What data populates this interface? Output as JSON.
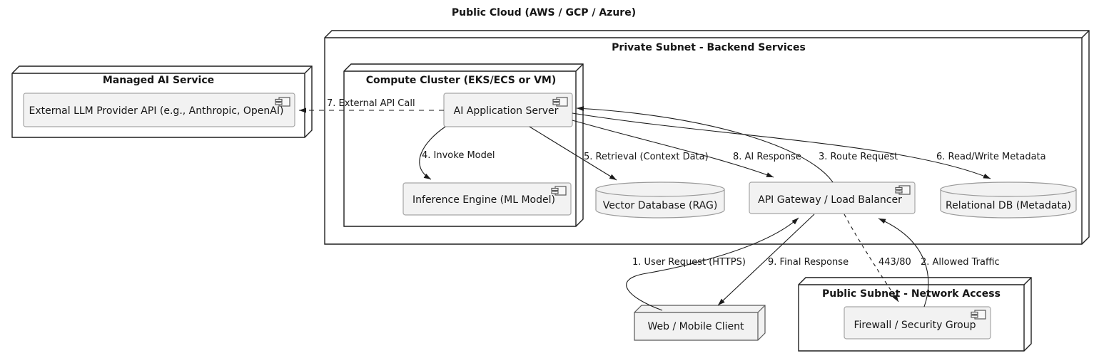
{
  "diagram": {
    "title": "Public Cloud (AWS / GCP / Azure)",
    "containers": {
      "managed_ai": {
        "title": "Managed AI Service"
      },
      "private_subnet": {
        "title": "Private Subnet - Backend Services"
      },
      "compute_cluster": {
        "title": "Compute Cluster (EKS/ECS or VM)"
      },
      "public_subnet": {
        "title": "Public Subnet - Network Access"
      }
    },
    "components": {
      "ext_llm": {
        "label": "External LLM Provider API (e.g., Anthropic, OpenAI)"
      },
      "ai_app": {
        "label": "AI Application Server"
      },
      "inference": {
        "label": "Inference Engine (ML Model)"
      },
      "api_gateway": {
        "label": "API Gateway / Load Balancer"
      },
      "firewall": {
        "label": "Firewall / Security Group"
      }
    },
    "databases": {
      "vector_db": {
        "label": "Vector Database (RAG)"
      },
      "relational_db": {
        "label": "Relational DB (Metadata)"
      }
    },
    "nodes": {
      "web_client": {
        "label": "Web / Mobile Client"
      }
    },
    "edges": {
      "user_request": {
        "label": "1. User Request (HTTPS)",
        "style": "solid"
      },
      "allowed_traffic": {
        "label": "2. Allowed Traffic",
        "style": "solid"
      },
      "route_request": {
        "label": "3. Route Request",
        "style": "solid"
      },
      "invoke_model": {
        "label": "4. Invoke Model",
        "style": "solid"
      },
      "retrieval": {
        "label": "5. Retrieval (Context Data)",
        "style": "solid"
      },
      "read_write_metadata": {
        "label": "6. Read/Write Metadata",
        "style": "solid"
      },
      "external_api_call": {
        "label": "7. External API Call",
        "style": "dashed"
      },
      "ai_response": {
        "label": "8. AI Response",
        "style": "solid"
      },
      "final_response": {
        "label": "9. Final Response",
        "style": "solid"
      },
      "port_rule": {
        "label": "443/80",
        "style": "dashed"
      }
    },
    "colors": {
      "background": "#ffffff",
      "node_border": "#1f1f1f",
      "component_fill": "#f2f2f2",
      "component_border": "#a6a6a6",
      "edge": "#1b1b1b",
      "text": "#161616"
    }
  }
}
